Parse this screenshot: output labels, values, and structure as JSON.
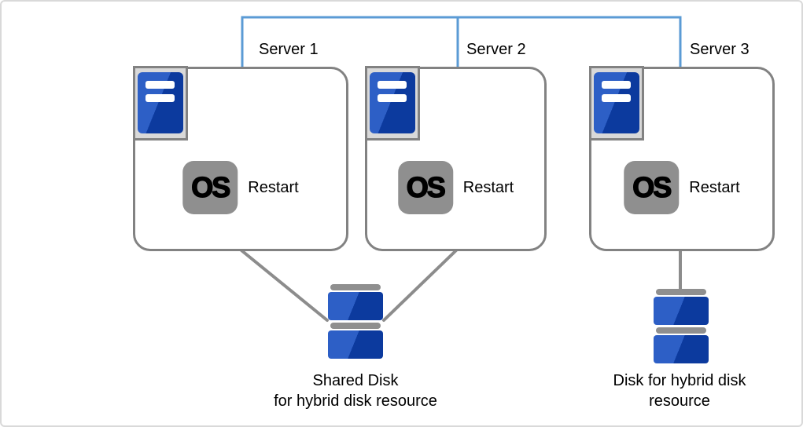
{
  "servers": [
    {
      "label": "Server 1",
      "os_badge": "OS",
      "action": "Restart"
    },
    {
      "label": "Server 2",
      "os_badge": "OS",
      "action": "Restart"
    },
    {
      "label": "Server 3",
      "os_badge": "OS",
      "action": "Restart"
    }
  ],
  "disks": [
    {
      "label_lines": [
        "Shared Disk",
        "for hybrid disk resource"
      ],
      "connected_servers": [
        "Server 1",
        "Server 2"
      ]
    },
    {
      "label_lines": [
        "Disk for hybrid disk",
        "resource"
      ],
      "connected_servers": [
        "Server 3"
      ]
    }
  ],
  "icons": {
    "server": "server-rack-icon",
    "disk": "disk-stack-icon"
  },
  "colors": {
    "network_line": "#5b9bd5",
    "box_border": "#828282",
    "connector_line": "#8c8c8c",
    "icon_frame_fill": "#d9d9d9",
    "icon_blue_light": "#2d5fc6",
    "icon_blue_dark": "#0c3a9e",
    "os_badge_fill": "#8f8f8f",
    "disk_cap": "#8f8f8f",
    "text": "#000000",
    "canvas_border": "#d9d9d9",
    "background": "#ffffff"
  }
}
